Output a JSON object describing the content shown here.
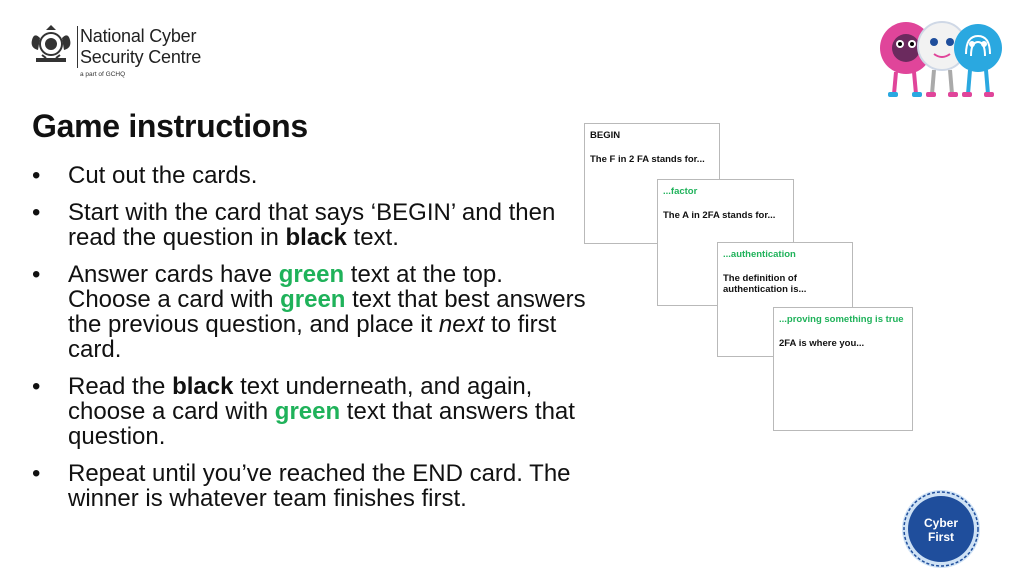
{
  "logo": {
    "line1": "National Cyber",
    "line2": "Security Centre",
    "sub": "a part of GCHQ"
  },
  "title": "Game instructions",
  "bullet_symbol": "•",
  "instructions": [
    {
      "parts": [
        "Cut out the cards."
      ]
    },
    {
      "parts": [
        "Start with the card that says ‘BEGIN’ and then read the question in ",
        "black",
        " text."
      ]
    },
    {
      "parts": [
        "Answer cards have ",
        "green",
        " text at the top. Choose a card with ",
        "green",
        " text that best answers the previous question, and place it ",
        "next",
        " to first card."
      ]
    },
    {
      "parts": [
        "Read the ",
        "black",
        " text underneath, and again, choose a card with ",
        "green",
        " text that answers that question."
      ]
    },
    {
      "parts": [
        "Repeat until you’ve reached the END card. The winner is whatever team finishes first."
      ]
    }
  ],
  "cards": [
    {
      "header": "BEGIN",
      "question": "The F in 2 FA stands for..."
    },
    {
      "header": "...factor",
      "question": "The A in 2FA stands for..."
    },
    {
      "header": "...authentication",
      "question": "The definition of authentication is..."
    },
    {
      "header": "...proving something is true",
      "question": "2FA is where you..."
    }
  ],
  "badge": {
    "line1": "Cyber",
    "line2": "First"
  },
  "colors": {
    "green": "#1fb25a",
    "badge_blue": "#1f4e9c",
    "pink": "#e0459a",
    "cyan": "#2aa8e0"
  }
}
